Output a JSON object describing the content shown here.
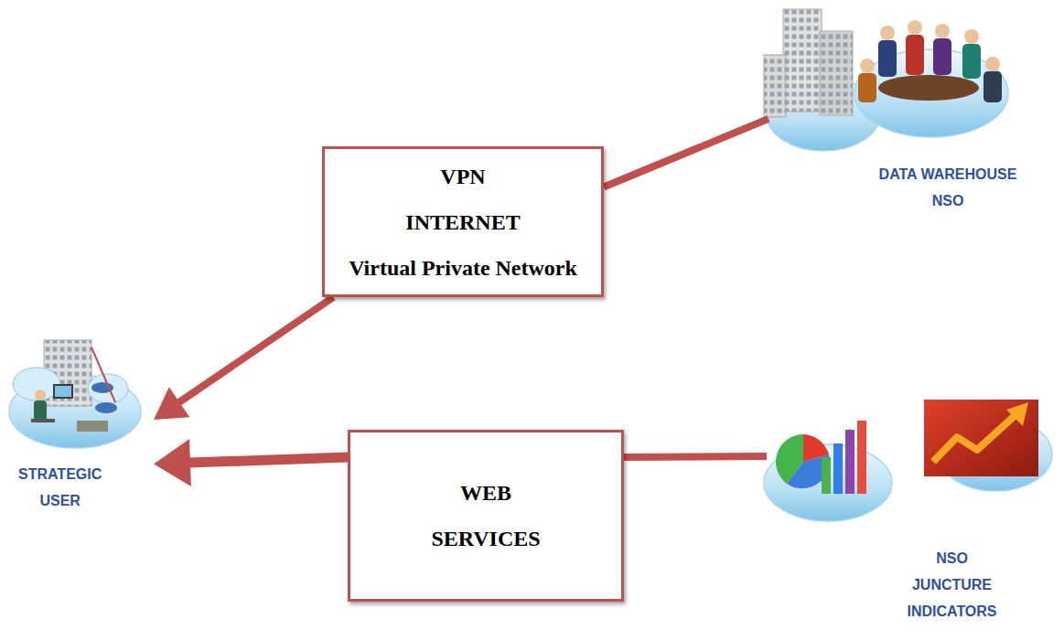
{
  "diagram": {
    "nodes": [
      {
        "text": [
          "DATA WAREHOUSE NSO"
        ]
      },
      {
        "text": [
          "VPN",
          "INTERNET",
          "Virtual Private Network"
        ]
      },
      {
        "text": [
          "STRATEGIC USER"
        ]
      },
      {
        "text": [
          "WEB SERVICES"
        ]
      },
      {
        "text": [
          "NSO JUNCTURE INDICATORS"
        ]
      }
    ],
    "edges": [
      {
        "from": 0,
        "to": 1,
        "arrow": "none"
      },
      {
        "from": 1,
        "to": 2,
        "arrow": "to"
      },
      {
        "from": 4,
        "to": 3,
        "arrow": "none"
      },
      {
        "from": 3,
        "to": 2,
        "arrow": "to"
      }
    ]
  }
}
